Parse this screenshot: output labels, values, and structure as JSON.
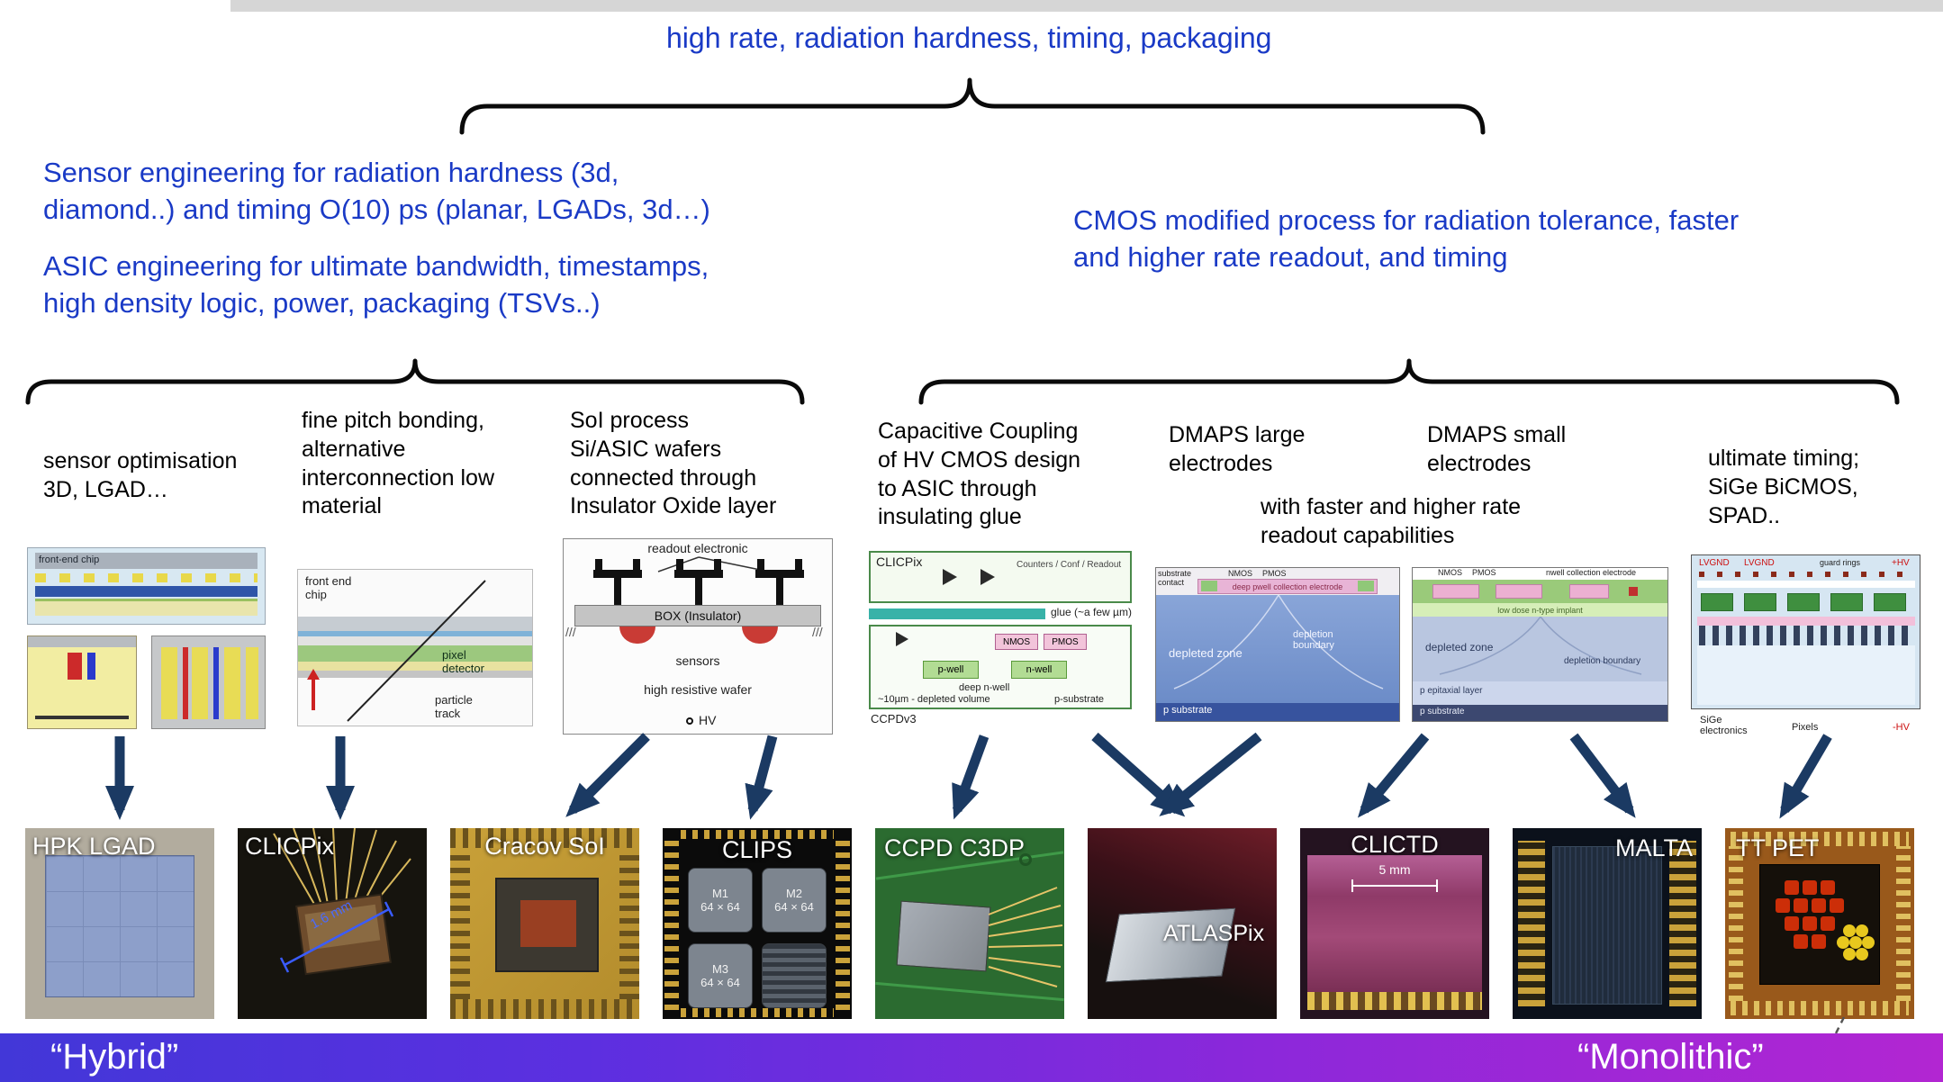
{
  "slide": {
    "title": "high rate, radiation hardness, timing, packaging",
    "intro_left_1": "Sensor engineering for radiation hardness (3d,\ndiamond..) and timing O(10) ps (planar, LGADs, 3d…)",
    "intro_left_2": "ASIC engineering for ultimate bandwidth, timestamps,\nhigh density logic, power, packaging (TSVs..)",
    "intro_right": "CMOS modified process for radiation tolerance, faster\nand higher rate readout, and timing",
    "footer_left": "“Hybrid”",
    "footer_right": "“Monolithic”"
  },
  "branches": {
    "sensor_opt": "sensor optimisation\n3D, LGAD…",
    "fine_pitch": "fine pitch bonding,\nalternative\ninterconnection low\nmaterial",
    "soi": "SoI process\nSi/ASIC wafers\nconnected through\nInsulator Oxide layer",
    "ccpd": "Capacitive Coupling\nof HV CMOS design\nto ASIC through\ninsulating glue",
    "dmaps_large": "DMAPS large\nelectrodes",
    "dmaps_small": "DMAPS small\nelectrodes",
    "dmaps_note": "with faster and higher rate\nreadout capabilities",
    "timing": "ultimate timing;\nSiGe BiCMOS,\nSPAD.."
  },
  "diagrams": {
    "planar": {
      "chip": "front-end chip"
    },
    "bonding": {
      "chip": "front end\nchip",
      "pixel": "pixel\ndetector",
      "track": "particle\ntrack"
    },
    "soi": {
      "readout": "readout electronic",
      "box": "BOX (Insulator)",
      "sensors": "sensors",
      "wafer": "high resistive wafer",
      "hv": "HV",
      "hatch": "///"
    },
    "ccpd": {
      "top_name": "CLICPix",
      "top_text": "Counters / Conf / Readout",
      "glue": "glue (~a few µm)",
      "nmos": "NMOS",
      "pmos": "PMOS",
      "pwell": "p-well",
      "nwell": "n-well",
      "deep_nwell": "deep n-well",
      "depleted": "~10µm - depleted volume",
      "substrate": "p-substrate",
      "name": "CCPDv3"
    },
    "dmaps_large": {
      "contact": "substrate\ncontact",
      "nmos": "NMOS",
      "pmos": "PMOS",
      "electrode": "deep pwell collection electrode",
      "zone": "depleted zone",
      "boundary": "depletion\nboundary",
      "substrate": "p substrate"
    },
    "dmaps_small": {
      "nmos": "NMOS",
      "pmos": "PMOS",
      "electrode": "nwell collection electrode",
      "implant": "low dose n-type implant",
      "zone": "depleted zone",
      "boundary": "depletion boundary",
      "epi": "p epitaxial layer",
      "substrate": "p substrate"
    },
    "sige": {
      "lvgnd1": "LVGND",
      "lvgnd2": "LVGND",
      "hv_top": "+HV",
      "guard": "guard rings",
      "electronics": "SiGe\nelectronics",
      "pixels": "Pixels",
      "hv_bottom": "-HV"
    }
  },
  "photos": [
    {
      "label": "HPK LGAD"
    },
    {
      "label": "CLICPix",
      "scale": "1.6 mm"
    },
    {
      "label": "Cracov SoI"
    },
    {
      "label": "CLIPS",
      "m1": "M1\n64 × 64",
      "m2": "M2\n64 × 64",
      "m3": "M3\n64 × 64"
    },
    {
      "label": "CCPD C3DP"
    },
    {
      "label": "ATLASPix"
    },
    {
      "label": "CLICTD",
      "scale": "5 mm"
    },
    {
      "label": "MALTA"
    },
    {
      "label": "TT PET"
    }
  ]
}
